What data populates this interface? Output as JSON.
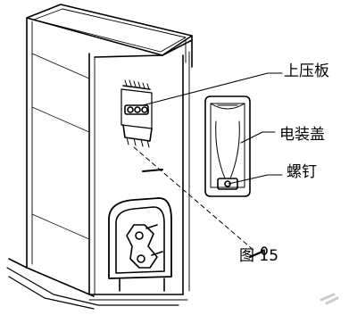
{
  "labels": {
    "upper_plate": "上压板",
    "electric_cover": "电装盖",
    "screw": "螺钉",
    "figure": "图 15"
  }
}
